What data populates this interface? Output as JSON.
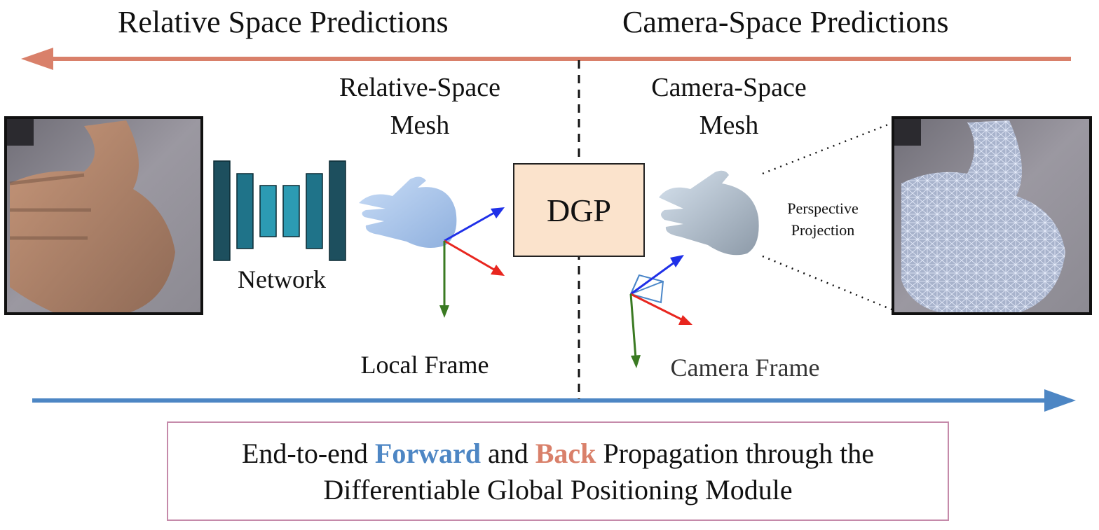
{
  "titles": {
    "left": "Relative Space Predictions",
    "right": "Camera-Space Predictions"
  },
  "labels": {
    "relative_mesh_line1": "Relative-Space",
    "relative_mesh_line2": "Mesh",
    "camera_mesh_line1": "Camera-Space",
    "camera_mesh_line2": "Mesh",
    "network": "Network",
    "dgp": "DGP",
    "perspective_line1": "Perspective",
    "perspective_line2": "Projection",
    "local_frame": "Local Frame",
    "camera_frame": "Camera Frame"
  },
  "caption": {
    "prefix": "End-to-end",
    "forward": "Forward",
    "and": "and",
    "back": "Back",
    "suffix": "Propagation through the",
    "line2": "Differentiable Global Positioning Module"
  },
  "colors": {
    "back_arrow": "#d9806a",
    "forward_arrow": "#4d86c4",
    "dgp_fill": "#fbe3cc",
    "caption_border": "#c58aaa",
    "network_dark": "#1d4f5e",
    "network_mid": "#1f7389",
    "network_light": "#2c9bb3",
    "axis_x": "#e8261f",
    "axis_y": "#3a7a22",
    "axis_z": "#1f30e8",
    "camera_frustum": "#4a86c8"
  },
  "icons": {
    "input_image": "hand-photo",
    "relative_mesh": "hand-mesh-rendered",
    "camera_mesh": "hand-mesh-rendered",
    "output_image": "hand-photo-with-wireframe-overlay"
  }
}
